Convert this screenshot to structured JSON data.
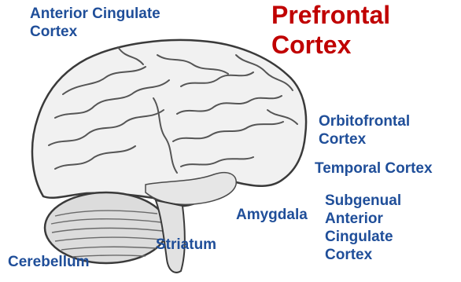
{
  "colors": {
    "label_blue": "#1f4e99",
    "title_red": "#c00000",
    "brain_fill": "#f1f1f1",
    "brain_line": "#3a3a3a"
  },
  "title": {
    "line1": "Prefrontal",
    "line2": "Cortex"
  },
  "labels": {
    "anterior_cingulate": {
      "line1": "Anterior Cingulate",
      "line2": "Cortex"
    },
    "orbitofrontal": {
      "line1": "Orbitofrontal",
      "line2": "Cortex"
    },
    "temporal": {
      "line1": "Temporal Cortex"
    },
    "amygdala": {
      "line1": "Amygdala"
    },
    "subgenual": {
      "line1": "Subgenual",
      "line2": "Anterior",
      "line3": "Cingulate",
      "line4": "Cortex"
    },
    "striatum": {
      "line1": "Striatum"
    },
    "cerebellum": {
      "line1": "Cerebellum"
    }
  }
}
